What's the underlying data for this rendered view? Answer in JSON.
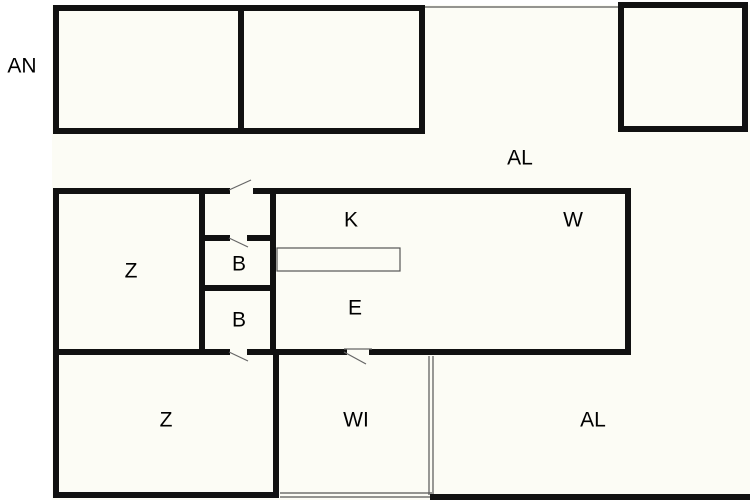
{
  "labels": {
    "an": "AN",
    "al_top": "AL",
    "k": "K",
    "w": "W",
    "z_top": "Z",
    "b_top": "B",
    "b_bottom": "B",
    "e": "E",
    "z_bottom": "Z",
    "wi": "WI",
    "al_bottom": "AL"
  },
  "colors": {
    "floor": "#fcfcf5",
    "wall": "#111111"
  }
}
